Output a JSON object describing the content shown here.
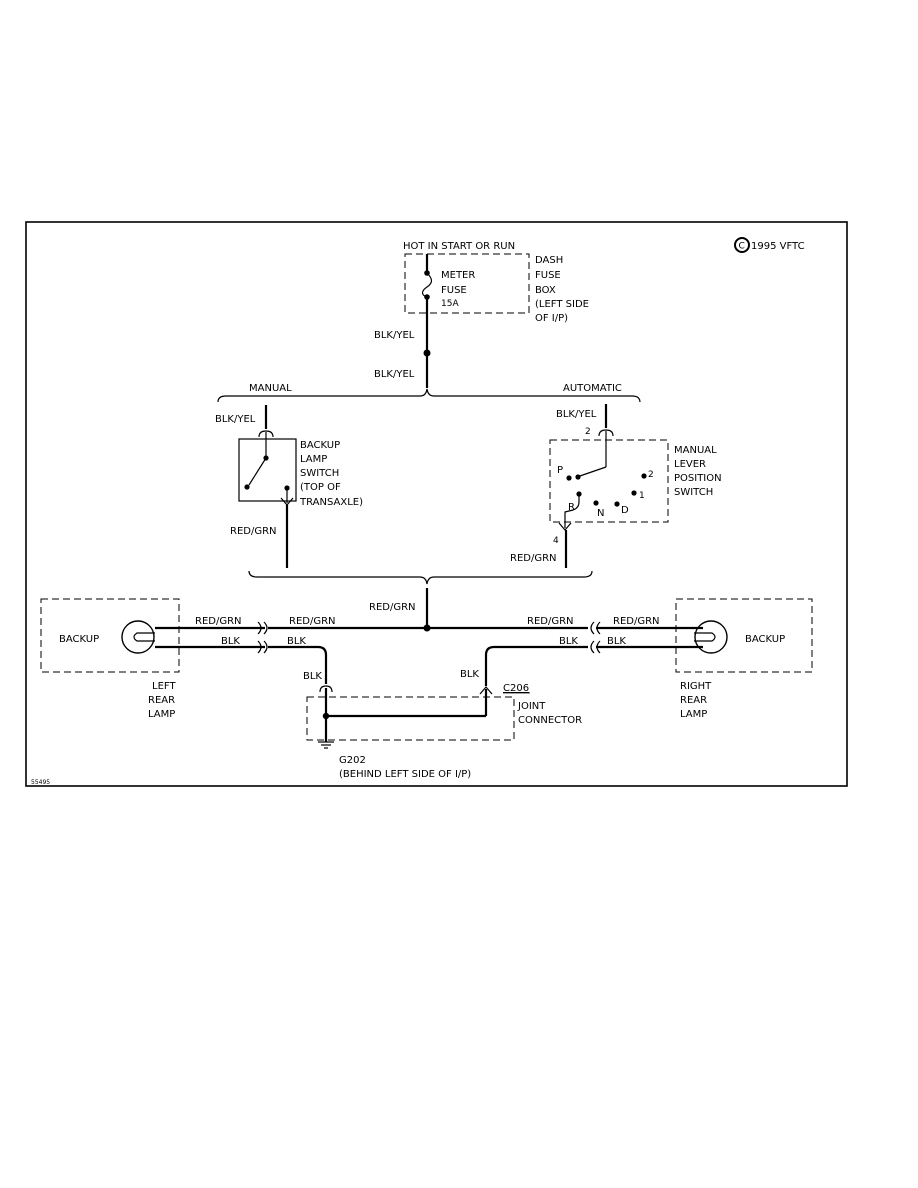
{
  "copyright": "1995 VFTC",
  "copyright_mark": "C",
  "figure_id": "55495",
  "power": {
    "label": "HOT IN START OR RUN"
  },
  "fuse": {
    "name_line1": "METER",
    "name_line2": "FUSE",
    "rating": "15A"
  },
  "fuse_box": {
    "line1": "DASH",
    "line2": "FUSE",
    "line3": "BOX",
    "line4": "(LEFT SIDE",
    "line5": "OF I/P)"
  },
  "wires": {
    "blk_yel_1": "BLK/YEL",
    "blk_yel_2": "BLK/YEL",
    "blk_yel_manual": "BLK/YEL",
    "blk_yel_auto": "BLK/YEL",
    "red_grn_manual": "RED/GRN",
    "red_grn_auto": "RED/GRN",
    "red_grn_center": "RED/GRN",
    "red_grn_left_a": "RED/GRN",
    "red_grn_left_b": "RED/GRN",
    "red_grn_right_a": "RED/GRN",
    "red_grn_right_b": "RED/GRN",
    "blk_left_a": "BLK",
    "blk_left_b": "BLK",
    "blk_right_a": "BLK",
    "blk_right_b": "BLK",
    "blk_down_left": "BLK",
    "blk_down_right": "BLK"
  },
  "branches": {
    "manual": "MANUAL",
    "automatic": "AUTOMATIC"
  },
  "backup_switch": {
    "line1": "BACKUP",
    "line2": "LAMP",
    "line3": "SWITCH",
    "line4": "(TOP OF",
    "line5": "TRANSAXLE)"
  },
  "mlps": {
    "line1": "MANUAL",
    "line2": "LEVER",
    "line3": "POSITION",
    "line4": "SWITCH",
    "pin_top": "2",
    "pin_bottom": "4",
    "pos_p": "P",
    "pos_r": "R",
    "pos_n": "N",
    "pos_d": "D",
    "pos_2": "2",
    "pos_1": "1"
  },
  "left_lamp": {
    "bulb": "BACKUP",
    "line1": "LEFT",
    "line2": "REAR",
    "line3": "LAMP"
  },
  "right_lamp": {
    "bulb": "BACKUP",
    "line1": "RIGHT",
    "line2": "REAR",
    "line3": "LAMP"
  },
  "joint": {
    "connector": "C206",
    "line1": "JOINT",
    "line2": "CONNECTOR"
  },
  "ground": {
    "id": "G202",
    "location": "(BEHIND LEFT SIDE OF I/P)"
  }
}
